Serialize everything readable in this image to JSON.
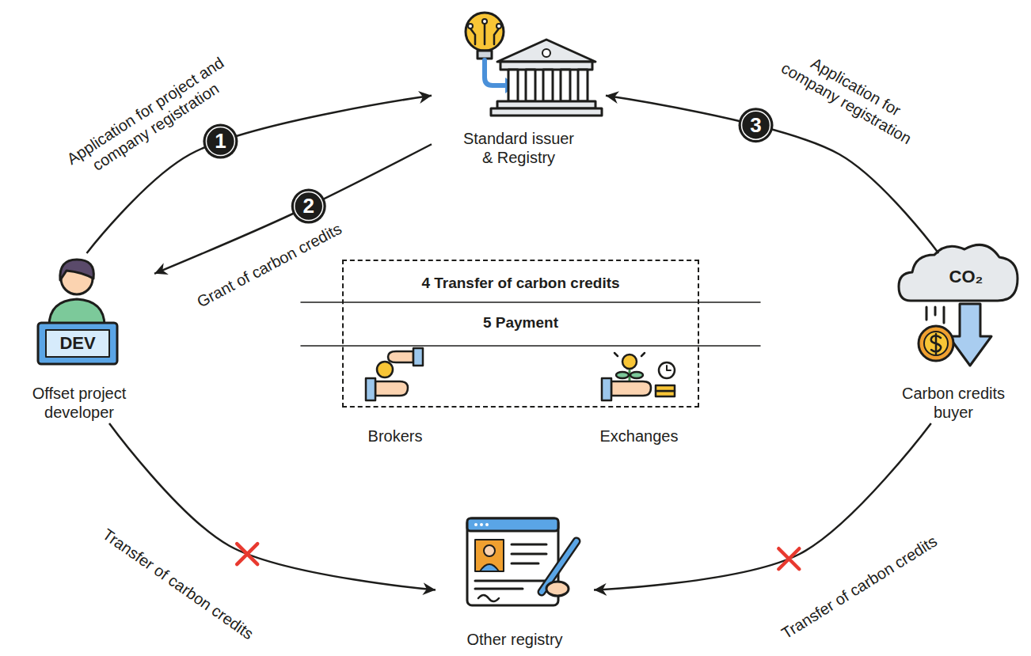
{
  "diagram": {
    "nodes": [
      {
        "text": [
          "Standard issuer & Registry"
        ]
      },
      {
        "text": [
          "Offset project developer"
        ]
      },
      {
        "text": [
          "4 Transfer of carbon credits",
          "5 Payment"
        ]
      },
      {
        "text": [
          "Brokers"
        ],
        "in": 2
      },
      {
        "text": [
          "Exchanges"
        ],
        "in": 2
      },
      {
        "text": [
          "Carbon credits buyer"
        ]
      },
      {
        "text": [
          "Other registry"
        ]
      }
    ],
    "edges": [
      {
        "from": 1,
        "to": 0,
        "label": "Application for project and company registration",
        "arrow": "to"
      },
      {
        "from": 0,
        "to": 1,
        "label": "Grant of carbon credits",
        "arrow": "to"
      },
      {
        "from": 5,
        "to": 0,
        "label": "Application for company registration",
        "arrow": "to"
      },
      {
        "from": 1,
        "to": 6,
        "label": "Transfer of carbon credits",
        "arrow": "to"
      },
      {
        "from": 5,
        "to": 6,
        "label": "Transfer of carbon credits",
        "arrow": "to"
      }
    ],
    "labels": [
      "1",
      "2",
      "3",
      "DEV",
      "CO₂"
    ]
  }
}
